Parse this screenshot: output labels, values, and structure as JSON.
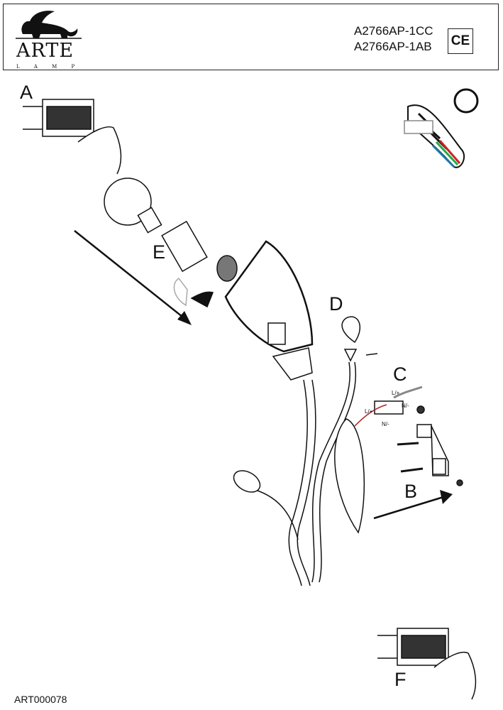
{
  "header": {
    "brand": "ARTE",
    "brand_sub": "L A M P",
    "models": [
      "A2766AP-1CC",
      "A2766AP-1AB"
    ],
    "certification": "CE"
  },
  "steps": {
    "a": "A",
    "b": "B",
    "c": "C",
    "d": "D",
    "e": "E",
    "f": "F"
  },
  "wiring_labels": {
    "live_top": "L/+",
    "neutral_top": "N/-",
    "live_bottom": "L/+",
    "neutral_bottom": "N/-"
  },
  "footer": {
    "document_code": "ART000078"
  }
}
